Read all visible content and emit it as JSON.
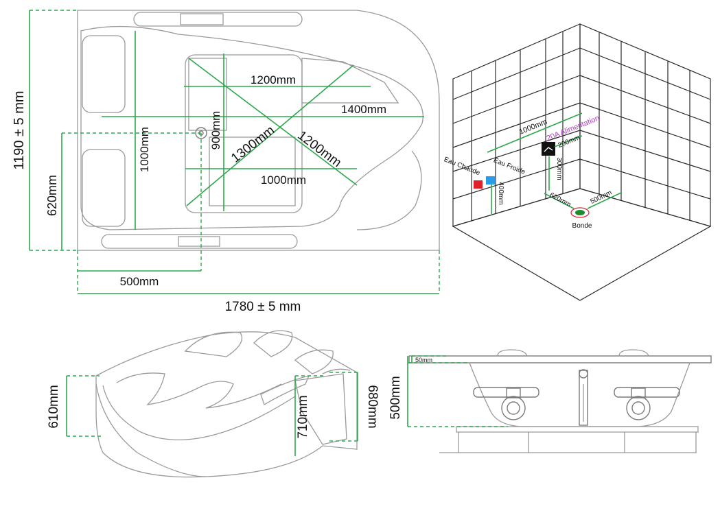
{
  "top_view": {
    "width_label": "1780 ± 5 mm",
    "height_label": "1190 ± 5 mm",
    "left_offset_label": "620mm",
    "bottom_offset_label": "500mm",
    "d_1200_top": "1200mm",
    "d_1400": "1400mm",
    "d_1000_vertical": "1000mm",
    "d_900": "900mm",
    "d_1300": "1300mm",
    "d_1200_diag": "1200mm",
    "d_1000_bottom": "1000mm"
  },
  "room_view": {
    "d_1000": "1000mm",
    "power_label": "20A Alimentation",
    "d_200": "200mm",
    "d_300": "300mm",
    "hot_label": "Eau Chaude",
    "cold_label": "Eau Froide",
    "d_400": "400mm",
    "d_620": "620mm",
    "d_500": "500mm",
    "drain_label": "Bonde",
    "hot_color": "#e0202a",
    "cold_color": "#2a9be8",
    "power_color": "#b23cc4",
    "drain_color": "#1e8a2e"
  },
  "perspective_view": {
    "d_610": "610mm",
    "d_710": "710mm",
    "d_680": "680mm"
  },
  "side_view": {
    "d_50": "50mm",
    "d_500": "500mm"
  },
  "colors": {
    "dimension": "#2aa84a",
    "outline": "#9a9a9a"
  }
}
